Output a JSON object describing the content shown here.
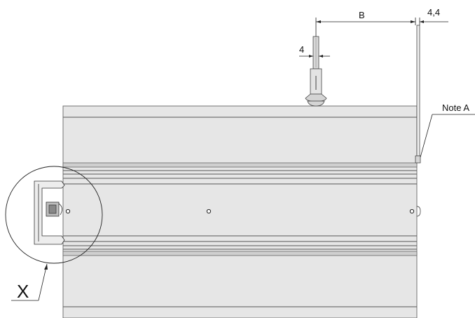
{
  "labels": {
    "dim_b": "B",
    "dim_gap": "4,4",
    "dim_tool": "4",
    "note": "Note A",
    "detail": "X"
  },
  "colors": {
    "panel_fill": "#e6e6e6",
    "panel_dark": "#cfcfcf",
    "line": "#222222"
  }
}
